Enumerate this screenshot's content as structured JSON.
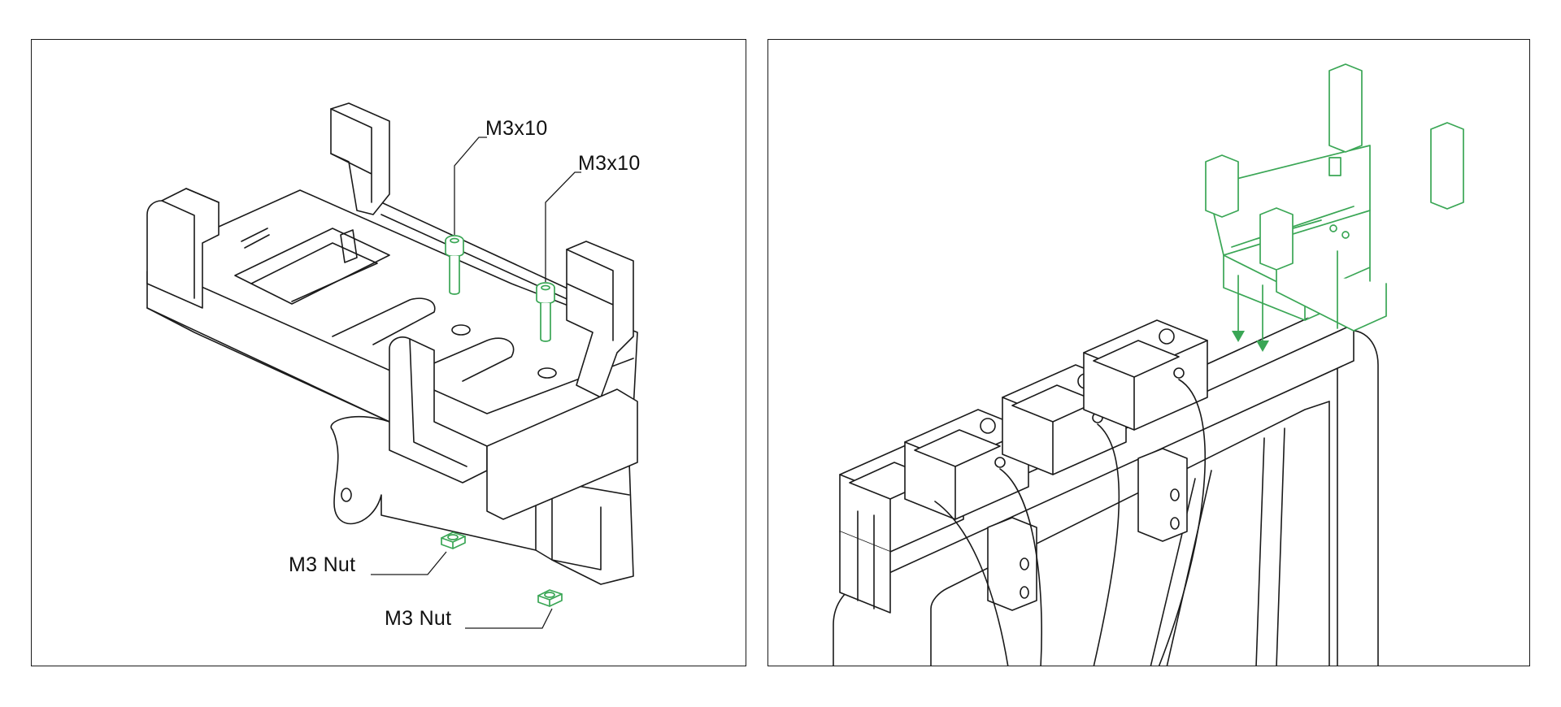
{
  "colors": {
    "accent": "#3aa655",
    "line": "#1a1a1a",
    "frame": "#1a1a1a",
    "background": "#ffffff"
  },
  "left_panel": {
    "callouts": {
      "screw_1": "M3x10",
      "screw_2": "M3x10",
      "nut_1": "M3 Nut",
      "nut_2": "M3 Nut"
    }
  },
  "right_panel": {
    "motion": "down-arrows"
  }
}
